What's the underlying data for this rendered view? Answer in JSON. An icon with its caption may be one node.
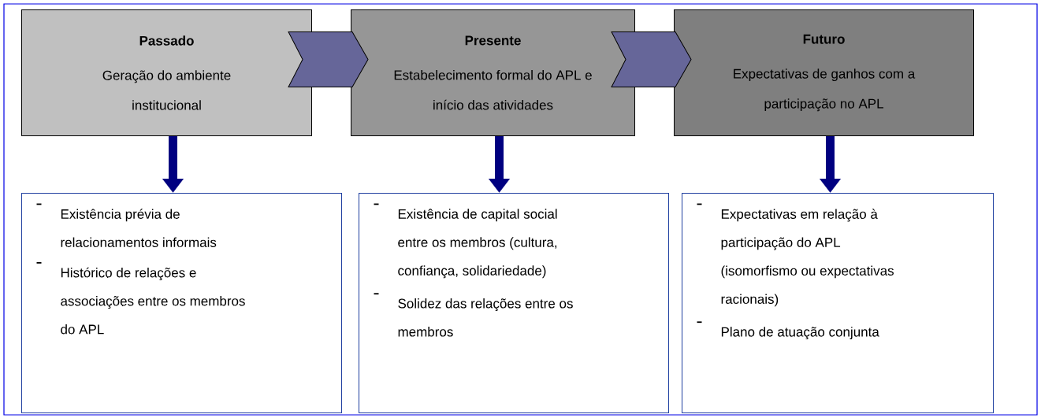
{
  "diagram": {
    "nodes": [
      {
        "text": [
          "Passado",
          "Geração do ambiente institucional"
        ]
      },
      {
        "text": [
          "Presente",
          "Estabelecimento formal do APL e início das atividades"
        ]
      },
      {
        "text": [
          "Futuro",
          "Expectativas de ganhos com a participação no APL"
        ]
      },
      {
        "text": [
          "Existência prévia de relacionamentos informais",
          "Histórico de relações e associações entre os membros do APL"
        ]
      },
      {
        "text": [
          "Existência de capital social entre os membros (cultura, confiança, solidariedade)",
          "Solidez das relações entre os membros"
        ]
      },
      {
        "text": [
          "Expectativas em relação à participação do APL (isomorfismo ou expectativas racionais)",
          "Plano de atuação conjunta"
        ]
      }
    ],
    "edges": [
      {
        "from": 0,
        "to": 1,
        "arrow": "to",
        "color": "#666699"
      },
      {
        "from": 1,
        "to": 2,
        "arrow": "to",
        "color": "#666699"
      },
      {
        "from": 0,
        "to": 3,
        "arrow": "to"
      },
      {
        "from": 1,
        "to": 4,
        "arrow": "to"
      },
      {
        "from": 2,
        "to": 5,
        "arrow": "to"
      }
    ]
  }
}
